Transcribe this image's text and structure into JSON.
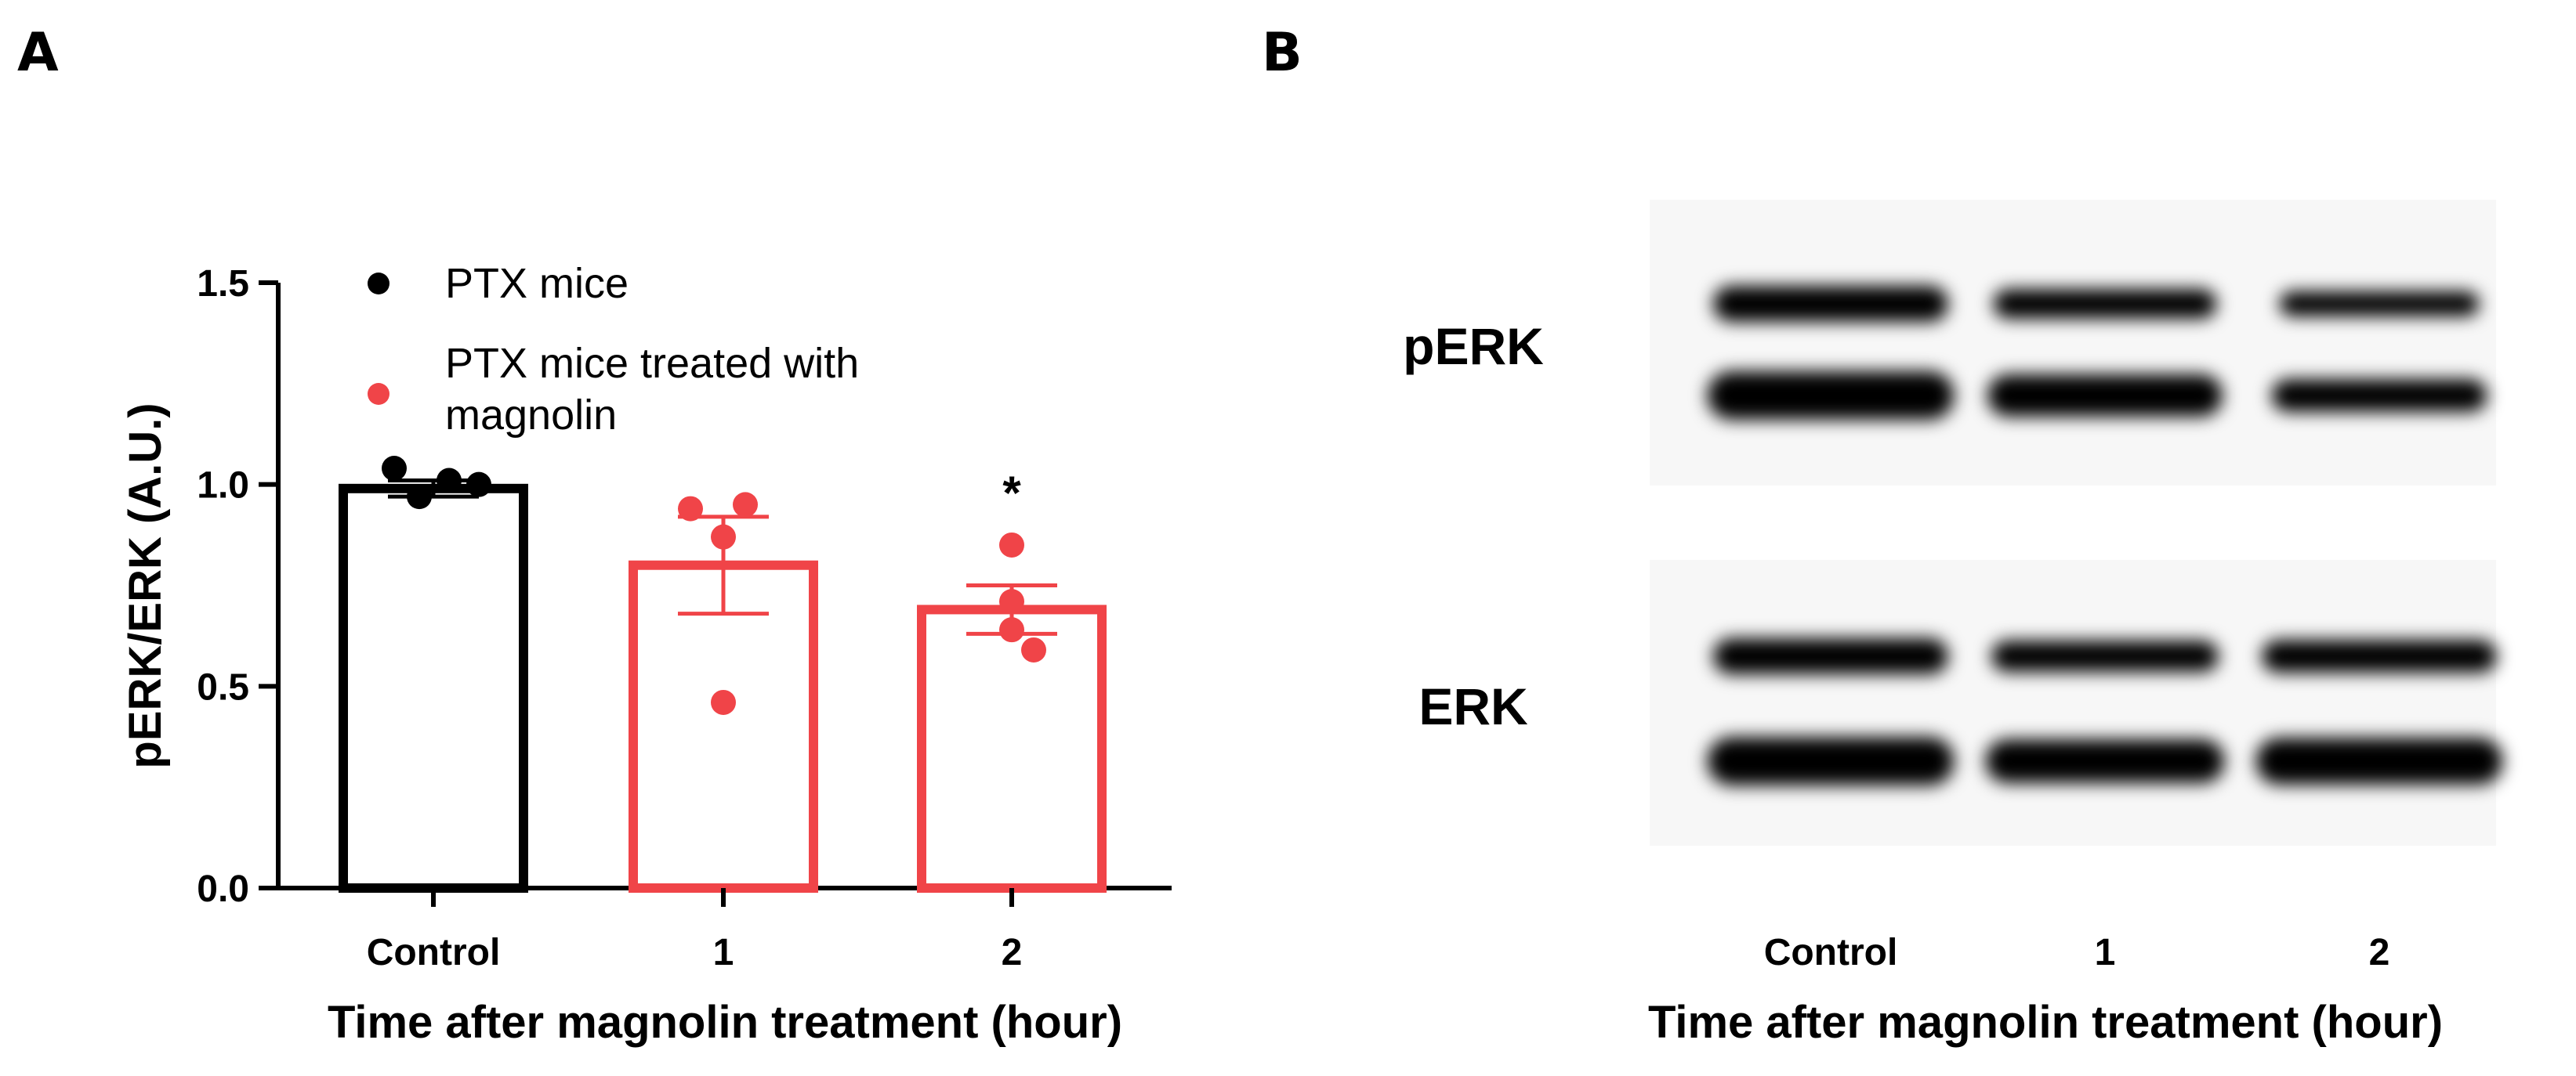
{
  "panels": {
    "a": "A",
    "b": "B"
  },
  "chart_data": {
    "type": "bar",
    "categories": [
      "Control",
      "1",
      "2"
    ],
    "ylabel": "pERK/ERK (A.U.)",
    "xlabel": "Time after magnolin treatment (hour)",
    "ylim": [
      0,
      1.5
    ],
    "yticks": [
      "0.0",
      "0.5",
      "1.0",
      "1.5"
    ],
    "series": [
      {
        "name": "PTX mice",
        "color": "#000000",
        "values": [
          0.99,
          null,
          null
        ],
        "sem": [
          0.02,
          null,
          null
        ],
        "points": [
          [
            1.04,
            0.97,
            1.01,
            1.0
          ]
        ]
      },
      {
        "name": "PTX mice treated with magnolin",
        "color": "#f04448",
        "values": [
          null,
          0.8,
          0.69
        ],
        "sem": [
          null,
          0.12,
          0.06
        ],
        "points": [
          [],
          [
            0.94,
            0.95,
            0.87,
            0.46
          ],
          [
            0.85,
            0.71,
            0.64,
            0.59
          ]
        ]
      }
    ],
    "bar_colors": [
      "#000000",
      "#f04448",
      "#f04448"
    ],
    "annotations": [
      {
        "category": "2",
        "text": "*"
      }
    ],
    "legend_position": "top-left"
  },
  "blot": {
    "rows": [
      "pERK",
      "ERK"
    ],
    "lanes": [
      "Control",
      "1",
      "2"
    ],
    "xlabel": "Time after magnolin treatment (hour)"
  }
}
